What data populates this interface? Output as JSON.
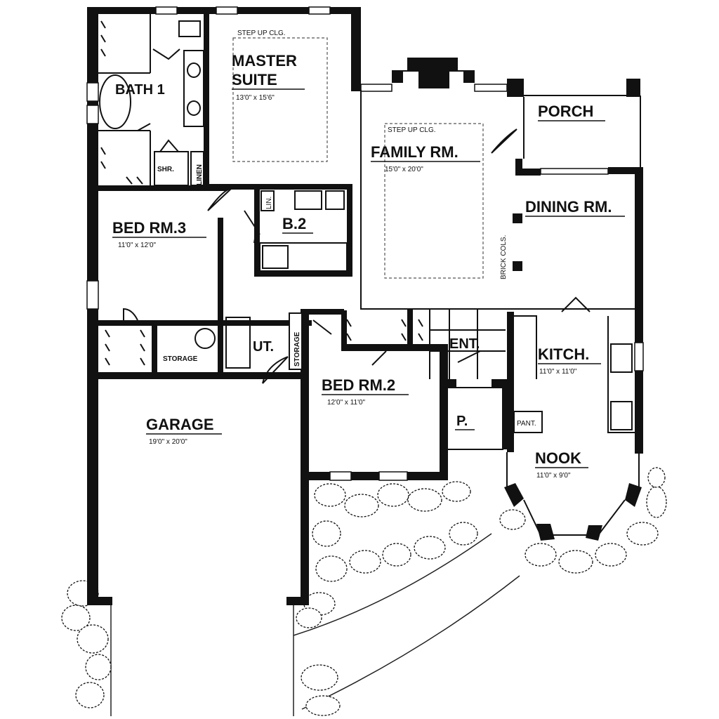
{
  "plan": {
    "rooms": {
      "master_suite": {
        "name_line1": "MASTER",
        "name_line2": "SUITE",
        "dims": "13'0\" x 15'6\"",
        "note": "STEP UP CLG."
      },
      "bath1": {
        "name": "BATH 1"
      },
      "shower": {
        "name": "SHR."
      },
      "linen": {
        "name": "LINEN"
      },
      "family": {
        "name": "FAMILY RM.",
        "dims": "15'0\" x 20'0\"",
        "note": "STEP UP CLG."
      },
      "porch": {
        "name": "PORCH"
      },
      "dining": {
        "name": "DINING RM."
      },
      "brick_cols": {
        "name": "BRICK COLS."
      },
      "bed3": {
        "name": "BED RM.3",
        "dims": "11'0\" x 12'0\""
      },
      "b2": {
        "name": "B.2"
      },
      "lin": {
        "name": "LIN."
      },
      "storage_closet": {
        "name": "STORAGE"
      },
      "ut": {
        "name": "UT."
      },
      "storage_vertical": {
        "name": "STORAGE"
      },
      "ent": {
        "name": "ENT."
      },
      "kitchen": {
        "name": "KITCH.",
        "dims": "11'0\" x 11'0\""
      },
      "bed2": {
        "name": "BED RM.2",
        "dims": "12'0\" x 11'0\""
      },
      "garage": {
        "name": "GARAGE",
        "dims": "19'0\" x 20'0\""
      },
      "p": {
        "name": "P."
      },
      "pantry": {
        "name": "PANT."
      },
      "nook": {
        "name": "NOOK",
        "dims": "11'0\" x 9'0\""
      }
    }
  }
}
